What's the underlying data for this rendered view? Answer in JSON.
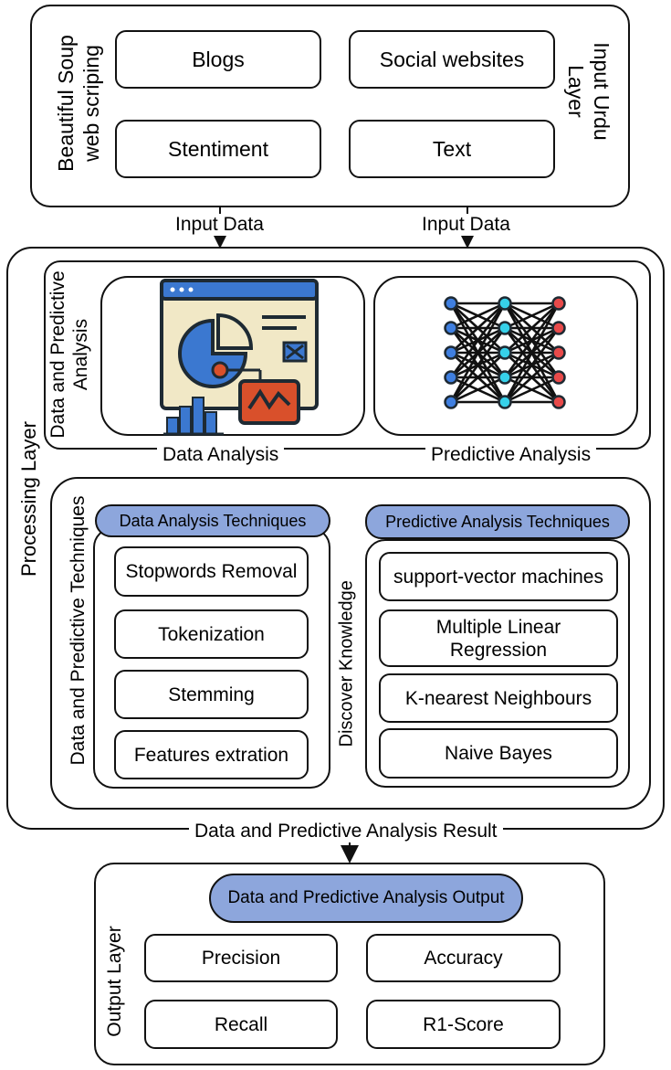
{
  "input_layer": {
    "side_label": "Beautiful Soup\nweb scriping",
    "layer_label": "Input Urdu\nLayer",
    "boxes": [
      "Blogs",
      "Social websites",
      "Stentiment",
      "Text"
    ]
  },
  "connectors": {
    "input_left": "Input Data",
    "input_right": "Input Data",
    "data_analysis": "Data Analysis",
    "predictive_analysis": "Predictive Analysis",
    "discover_knowledge": "Discover Knowledge",
    "result": "Data and Predictive Analysis Result"
  },
  "processing_layer": {
    "label": "Processing Layer",
    "analysis_panel_label": "Data and Predictive\nAnalysis",
    "techniques_panel_label": "Data and Predictive Techniques",
    "icons": [
      "dashboard-analytics-icon",
      "neural-network-icon"
    ],
    "data_techniques": {
      "title": "Data Analysis Techniques",
      "items": [
        "Stopwords Removal",
        "Tokenization",
        "Stemming",
        "Features extration"
      ]
    },
    "predictive_techniques": {
      "title": "Predictive Analysis Techniques",
      "items": [
        "support-vector machines",
        "Multiple Linear\nRegression",
        "K-nearest Neighbours",
        "Naive Bayes"
      ]
    }
  },
  "output_layer": {
    "label": "Output Layer",
    "title": "Data and Predictive Analysis Output",
    "metrics": [
      "Precision",
      "Accuracy",
      "Recall",
      "R1-Score"
    ]
  },
  "colors": {
    "pill": "#8da6dc",
    "blue": "#3b78d0",
    "orange": "#d9502b",
    "cream": "#f1e8c6",
    "node_blue": "#3f7fe0",
    "node_cyan": "#36d1ea",
    "node_red": "#e84a4a"
  }
}
